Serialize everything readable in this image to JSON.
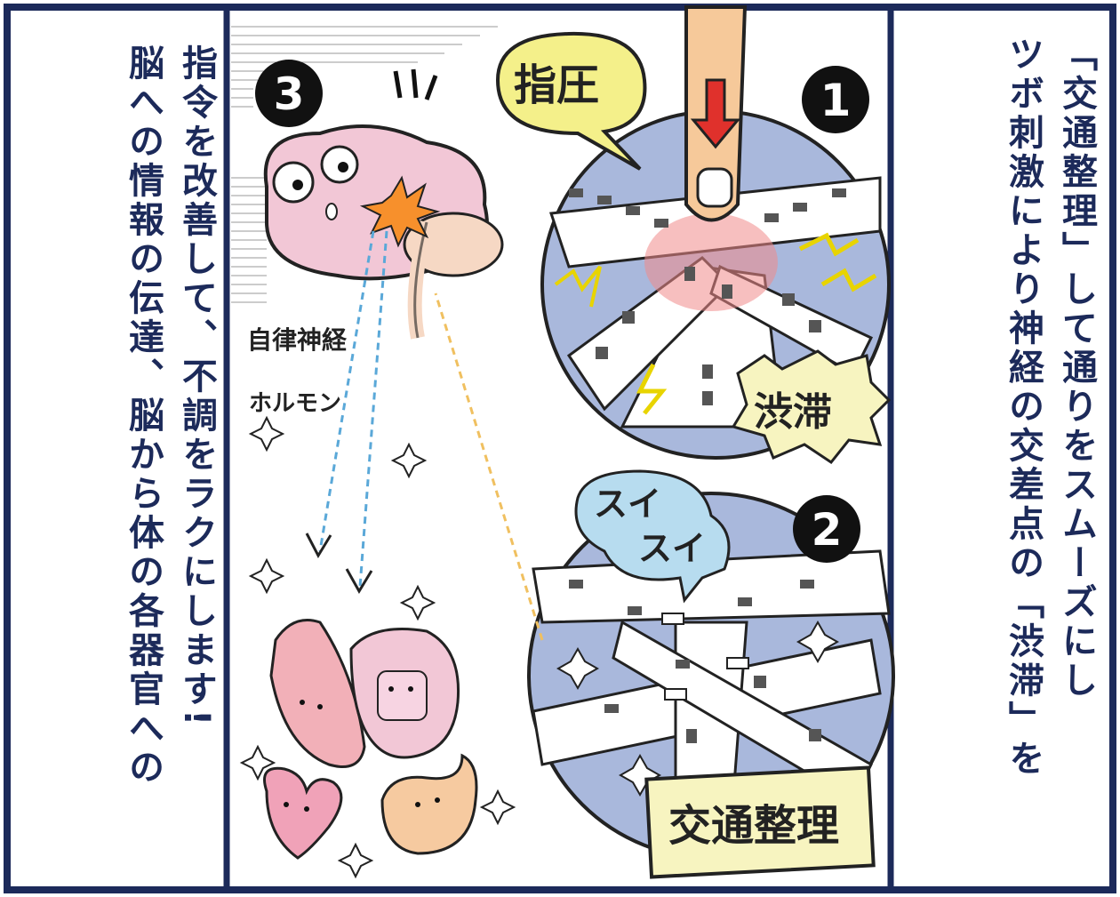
{
  "right_caption": {
    "line1": "ツボ刺激により神経の交差点の「渋滞」を",
    "line2": "「交通整理」して通りをスムーズにし"
  },
  "left_caption": {
    "line1": "脳への情報の伝達、脳から体の各器官への",
    "line2": "指令を改善して、不調をラクにします!"
  },
  "illustration": {
    "step1_number": "1",
    "step2_number": "2",
    "step3_number": "3",
    "finger_pressure_bubble": "指圧",
    "congestion_label": "渋滞",
    "smooth_bubble_line1": "スイ",
    "smooth_bubble_line2": "スイ",
    "traffic_control_label": "交通整理",
    "autonomic_nerve_label": "自律神経",
    "hormone_label": "ホルモン"
  },
  "colors": {
    "frame": "#1c2a5a",
    "panel_blue": "#a9b8dc",
    "speech_yellow": "#f4f08a",
    "speech_blue": "#b7dcef",
    "brain_pink": "#f2c7d6",
    "finger_peach": "#f6c99a",
    "alert_red": "#e0312c"
  }
}
